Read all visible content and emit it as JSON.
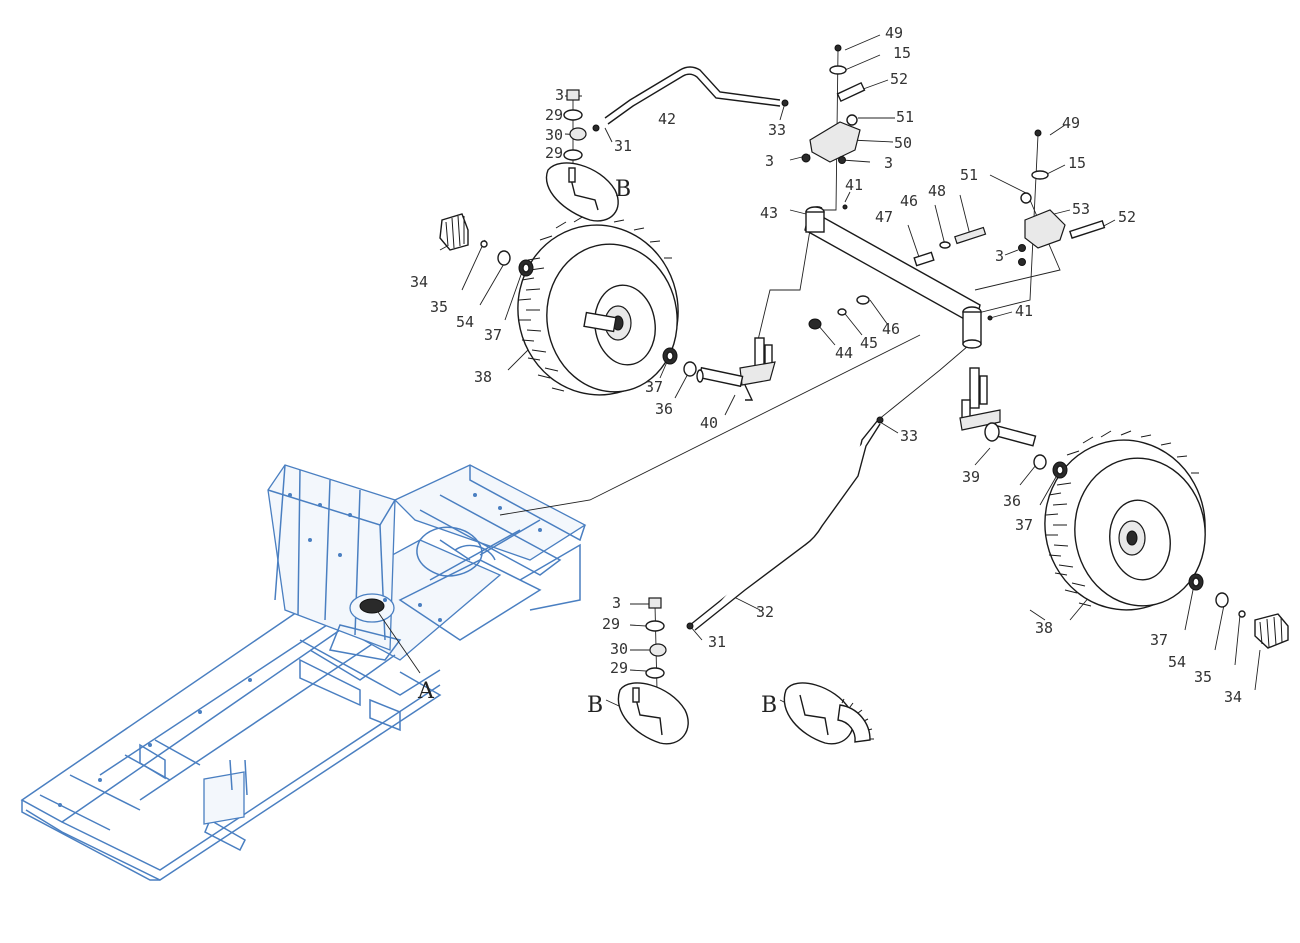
{
  "callouts": {
    "c49a": "49",
    "c15a": "15",
    "c52a": "52",
    "c51a": "51",
    "c50": "50",
    "c33a": "33",
    "c3a": "3",
    "c3b": "3",
    "c42": "42",
    "c3c": "3",
    "c29a": "29",
    "c30a": "30",
    "c29b": "29",
    "c31a": "31",
    "c41a": "41",
    "c43": "43",
    "c47": "47",
    "c46a": "46",
    "c48": "48",
    "c51b": "51",
    "c49b": "49",
    "c15b": "15",
    "c53": "53",
    "c52b": "52",
    "c3d": "3",
    "c41b": "41",
    "c44": "44",
    "c45": "45",
    "c46b": "46",
    "c34a": "34",
    "c35a": "35",
    "c54a": "54",
    "c37a": "37",
    "c38a": "38",
    "c37b": "37",
    "c36a": "36",
    "c40": "40",
    "c33b": "33",
    "c39": "39",
    "c36b": "36",
    "c37c": "37",
    "c38b": "38",
    "c37d": "37",
    "c54b": "54",
    "c35b": "35",
    "c34b": "34",
    "c32": "32",
    "c3e": "3",
    "c29c": "29",
    "c30b": "30",
    "c29d": "29",
    "c31b": "31"
  },
  "detail_labels": {
    "a": "A",
    "b1": "B",
    "b2": "B",
    "b3": "B"
  },
  "colors": {
    "frame": "#4a7fc1",
    "parts": "#1a1a1a",
    "background": "#ffffff"
  }
}
